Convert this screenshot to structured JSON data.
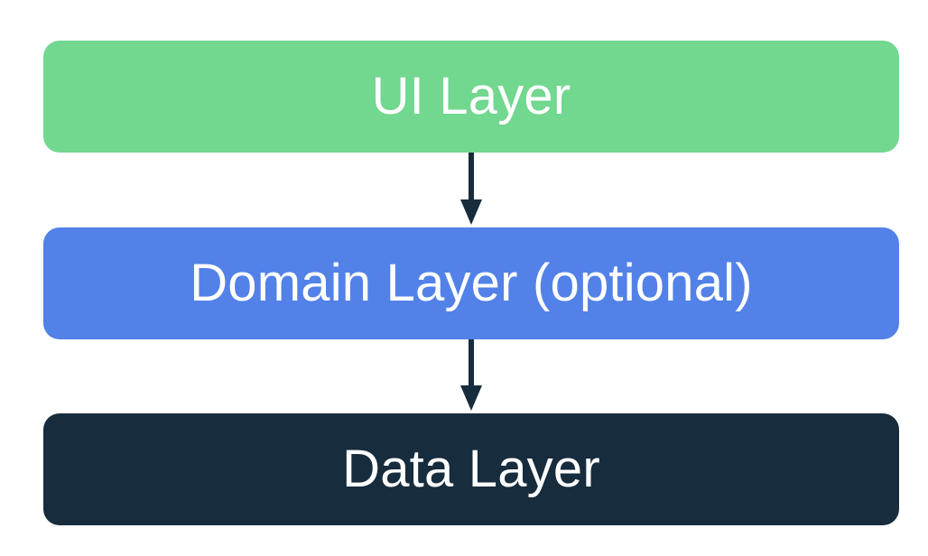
{
  "layers": [
    {
      "label": "UI Layer",
      "bg": "#72d78f",
      "fg": "#ffffff"
    },
    {
      "label": "Domain Layer (optional)",
      "bg": "#5282e8",
      "fg": "#ffffff"
    },
    {
      "label": "Data Layer",
      "bg": "#172c3d",
      "fg": "#ffffff"
    }
  ],
  "colors": {
    "arrow": "#172c3d"
  }
}
